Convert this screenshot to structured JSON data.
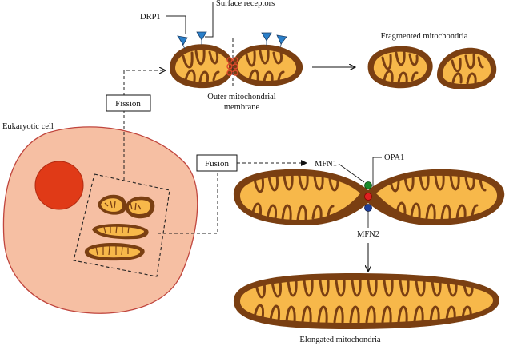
{
  "labels": {
    "drp1": "DRP1",
    "surface_receptors": "Surface receptors",
    "fragmented": "Fragmented mitochondria",
    "outer_membrane_line1": "Outer mitochondrial",
    "outer_membrane_line2": "membrane",
    "fission": "Fission",
    "fusion": "Fusion",
    "eukaryotic_cell": "Eukaryotic cell",
    "mfn1": "MFN1",
    "opa1": "OPA1",
    "mfn2": "MFN2",
    "elongated": "Elongated mitochondria"
  },
  "colors": {
    "cell_fill": "#f6bfa3",
    "cell_stroke": "#c0453d",
    "nucleus": "#e03a17",
    "mito_outer": "#7a3f12",
    "mito_inner": "#f7b84a",
    "receptor": "#2a7fc9",
    "drp1_ring": "#e04a2e",
    "mfn1_dot": "#1a8a2a",
    "opa1_dot": "#e02020",
    "mfn2_dot": "#1e3f9a"
  }
}
